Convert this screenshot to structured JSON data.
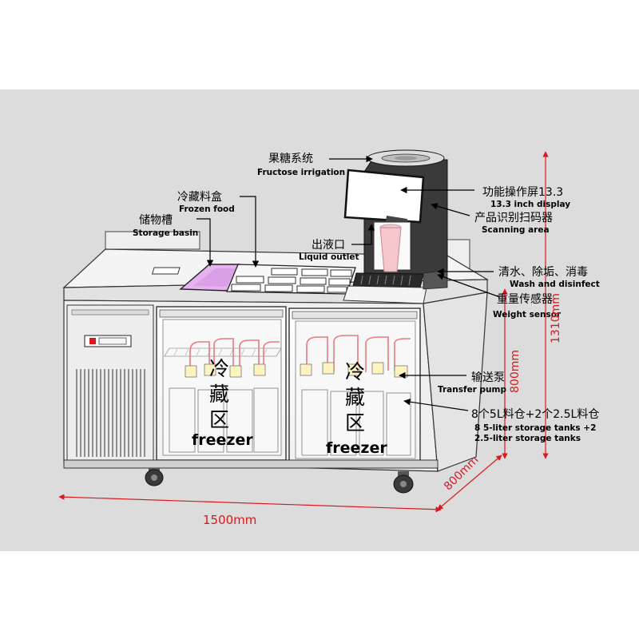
{
  "callouts": {
    "fructose": {
      "cn": "果糖系统",
      "en": "Fructose irrigation"
    },
    "frozen_food": {
      "cn": "冷藏料盒",
      "en": "Frozen food"
    },
    "storage_basin": {
      "cn": "储物槽",
      "en": "Storage basin"
    },
    "display": {
      "cn": "功能操作屏13.3",
      "en": "13.3 inch display"
    },
    "scanner": {
      "cn": "产品识别扫码器",
      "en": "Scanning area"
    },
    "liquid_outlet": {
      "cn": "出液口",
      "en": "Liquid outlet"
    },
    "wash": {
      "cn": "清水、除垢、消毒",
      "en": "Wash and disinfect"
    },
    "weight": {
      "cn": "重量传感器",
      "en": "Weight sensor"
    },
    "pump": {
      "cn": "输送泵",
      "en": "Transfer pump"
    },
    "tanks": {
      "cn": "8个5L料仓+2个2.5L料仓",
      "en": "8 5-liter storage tanks +2 2.5-liter storage tanks"
    }
  },
  "dimensions": {
    "width": "1500mm",
    "depth": "800mm",
    "cabinet_height": "800mm",
    "total_height": "1310mm"
  },
  "compartments": {
    "left": {
      "cn": "冷\n藏\n区",
      "en": "freezer"
    },
    "right": {
      "cn": "冷\n藏\n区",
      "en": "freezer"
    }
  },
  "colors": {
    "dimension": "#d71920",
    "callout": "#000000",
    "background": "#dcdcdc",
    "storage_basin": "#e6b3f0"
  }
}
